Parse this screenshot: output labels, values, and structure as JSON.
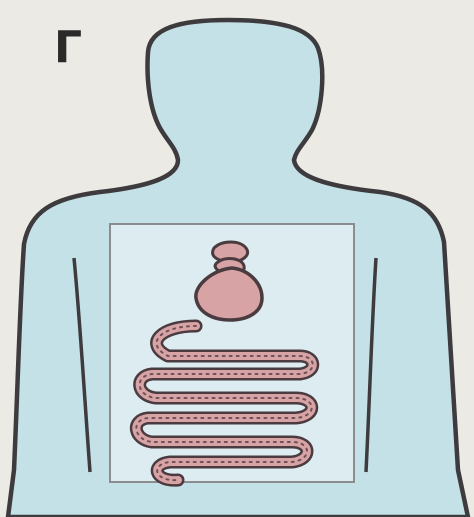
{
  "figure": {
    "panel_label": "Г",
    "icons": {
      "body": "human-torso-silhouette",
      "organ_box": "organ-panel",
      "stomach": "stomach-icon",
      "intestine": "intestine-icon"
    },
    "colors": {
      "background": "#ebeae5",
      "body_fill": "#c4e1e7",
      "body_outline": "#3d3b3d",
      "panel_fill": "#ddecf0",
      "organ_pink": "#d8a3a4",
      "organ_outline": "#4a3b40"
    }
  }
}
